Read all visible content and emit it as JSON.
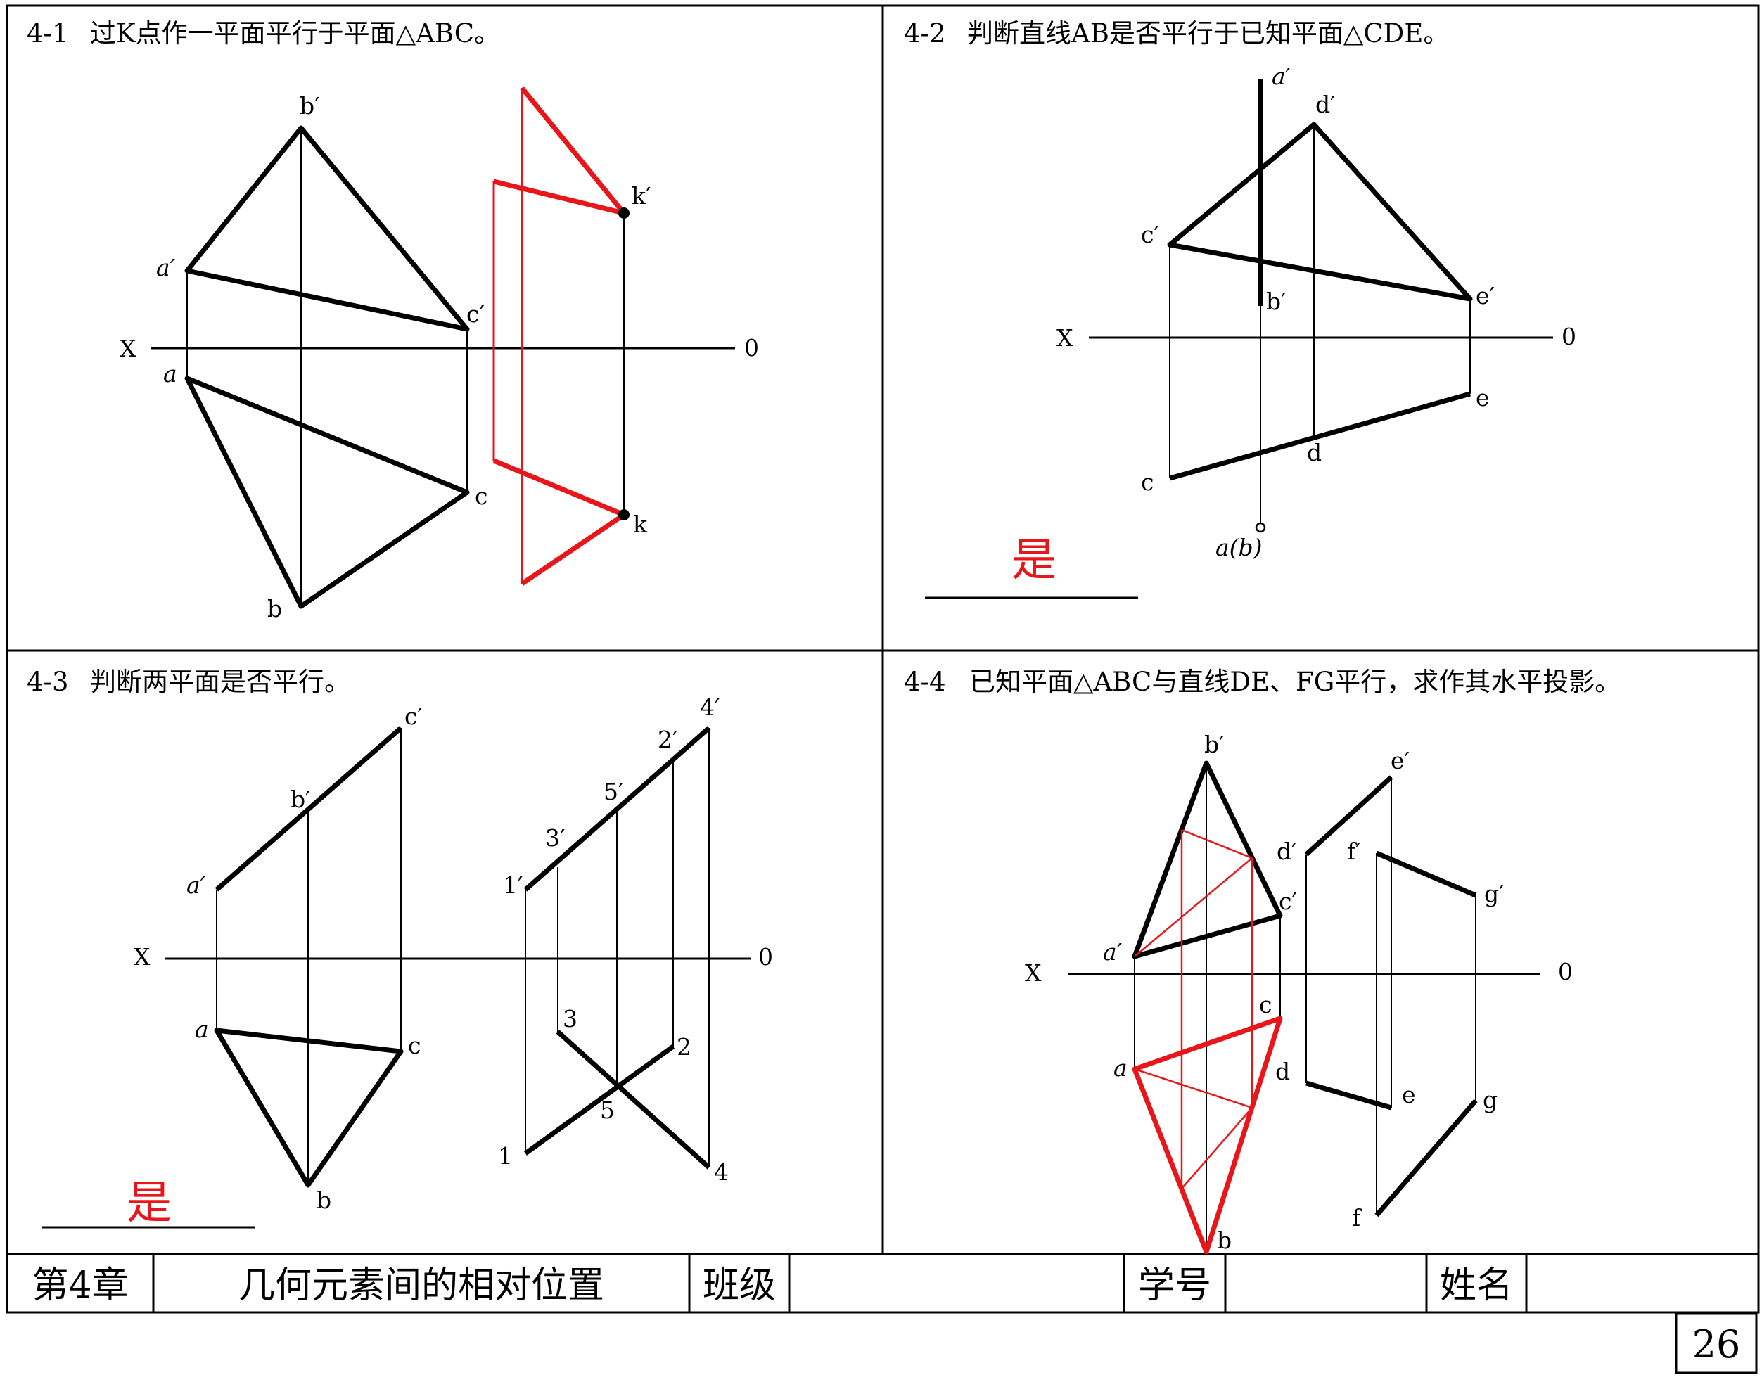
{
  "page_number": "26",
  "answer_color": "#e8161b",
  "line_color": "#000000",
  "problems": {
    "p1": {
      "number": "4-1",
      "title": "过K点作一平面平行于平面△ABC。",
      "labels": {
        "b_prime": "b′",
        "a_prime": "a′",
        "c_prime": "c′",
        "k_prime": "k′",
        "x": "X",
        "zero": "0",
        "a": "a",
        "b": "b",
        "c": "c",
        "k": "k"
      }
    },
    "p2": {
      "number": "4-2",
      "title": "判断直线AB是否平行于已知平面△CDE。",
      "answer": "是",
      "labels": {
        "a_prime": "a′",
        "d_prime": "d′",
        "c_prime": "c′",
        "b_prime": "b′",
        "e_prime": "e′",
        "x": "X",
        "zero": "0",
        "e": "e",
        "d": "d",
        "c": "c",
        "ab": "a(b)"
      }
    },
    "p3": {
      "number": "4-3",
      "title": "判断两平面是否平行。",
      "answer": "是",
      "labels": {
        "c_prime": "c′",
        "b_prime": "b′",
        "a_prime": "a′",
        "four_prime": "4′",
        "two_prime": "2′",
        "five_prime": "5′",
        "three_prime": "3′",
        "one_prime": "1′",
        "x": "X",
        "zero": "0",
        "a": "a",
        "c": "c",
        "b": "b",
        "three": "3",
        "two": "2",
        "five": "5",
        "one": "1",
        "four": "4"
      }
    },
    "p4": {
      "number": "4-4",
      "title": "已知平面△ABC与直线DE、FG平行，求作其水平投影。",
      "labels": {
        "b_prime": "b′",
        "e_prime": "e′",
        "d_prime": "d′",
        "f_prime": "f′",
        "c_prime": "c′",
        "g_prime": "g′",
        "a_prime": "a′",
        "x": "X",
        "zero": "0",
        "c": "c",
        "a": "a",
        "d": "d",
        "e": "e",
        "g": "g",
        "f": "f",
        "b": "b"
      }
    }
  },
  "footer": {
    "chapter": "第4章",
    "chapter_title": "几何元素间的相对位置",
    "class_label": "班级",
    "class_value": "",
    "student_no_label": "学号",
    "student_no_value": "",
    "name_label": "姓名",
    "name_value": ""
  }
}
